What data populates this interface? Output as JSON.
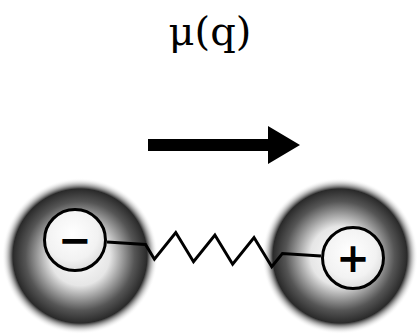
{
  "diagram": {
    "title": "μ(q)",
    "nodes": [
      {
        "text": [
          "−"
        ]
      },
      {
        "text": [
          "+"
        ]
      }
    ],
    "edges": [
      {
        "from": 0,
        "to": 1,
        "arrow": "none"
      }
    ]
  }
}
